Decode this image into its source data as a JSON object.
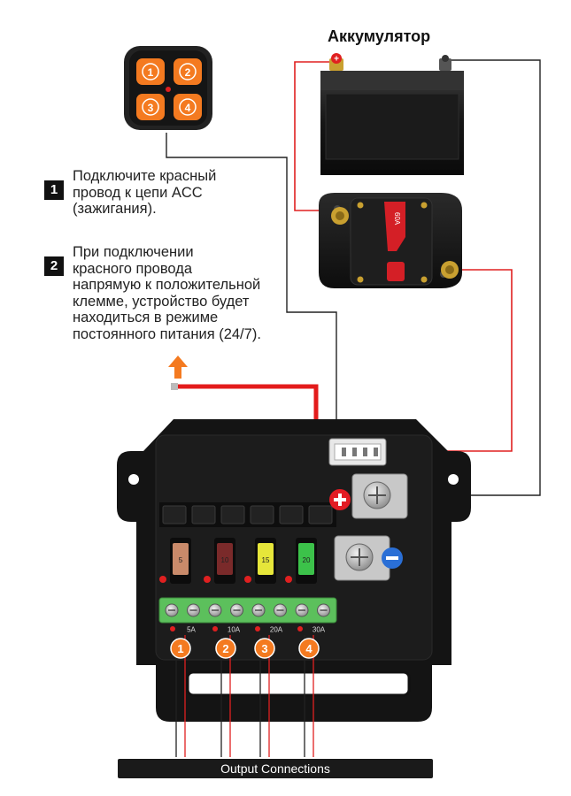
{
  "battery_label": "Аккумулятор",
  "steps": [
    {
      "num": "1",
      "lines": [
        "Подключите красный",
        "провод к цепи ACC",
        "(зажигания)."
      ]
    },
    {
      "num": "2",
      "lines": [
        "При подключении",
        "красного провода",
        "напрямую к положительной",
        "клемме, устройство будет",
        "находиться в режиме",
        "постоянного питания (24/7)."
      ]
    }
  ],
  "keypad_buttons": [
    "1",
    "2",
    "3",
    "4"
  ],
  "breaker_rating": "60A",
  "fuse_numbers": [
    "5",
    "10",
    "15",
    "20"
  ],
  "fuse_colors": [
    "#c98a6a",
    "#7a2a2a",
    "#e6e63a",
    "#3cc24a"
  ],
  "channel_labels": [
    "5A",
    "10A",
    "20A",
    "30A"
  ],
  "outputs": [
    "1",
    "2",
    "3",
    "4"
  ],
  "output_bar_label": "Output Connections",
  "colors": {
    "accent": "#f47a20",
    "wire_red": "#e02020",
    "wire_black": "#222222",
    "housing": "#151515",
    "terminal_green": "#5cc05c",
    "plus": "#e31b23",
    "minus": "#2a6fd6"
  }
}
